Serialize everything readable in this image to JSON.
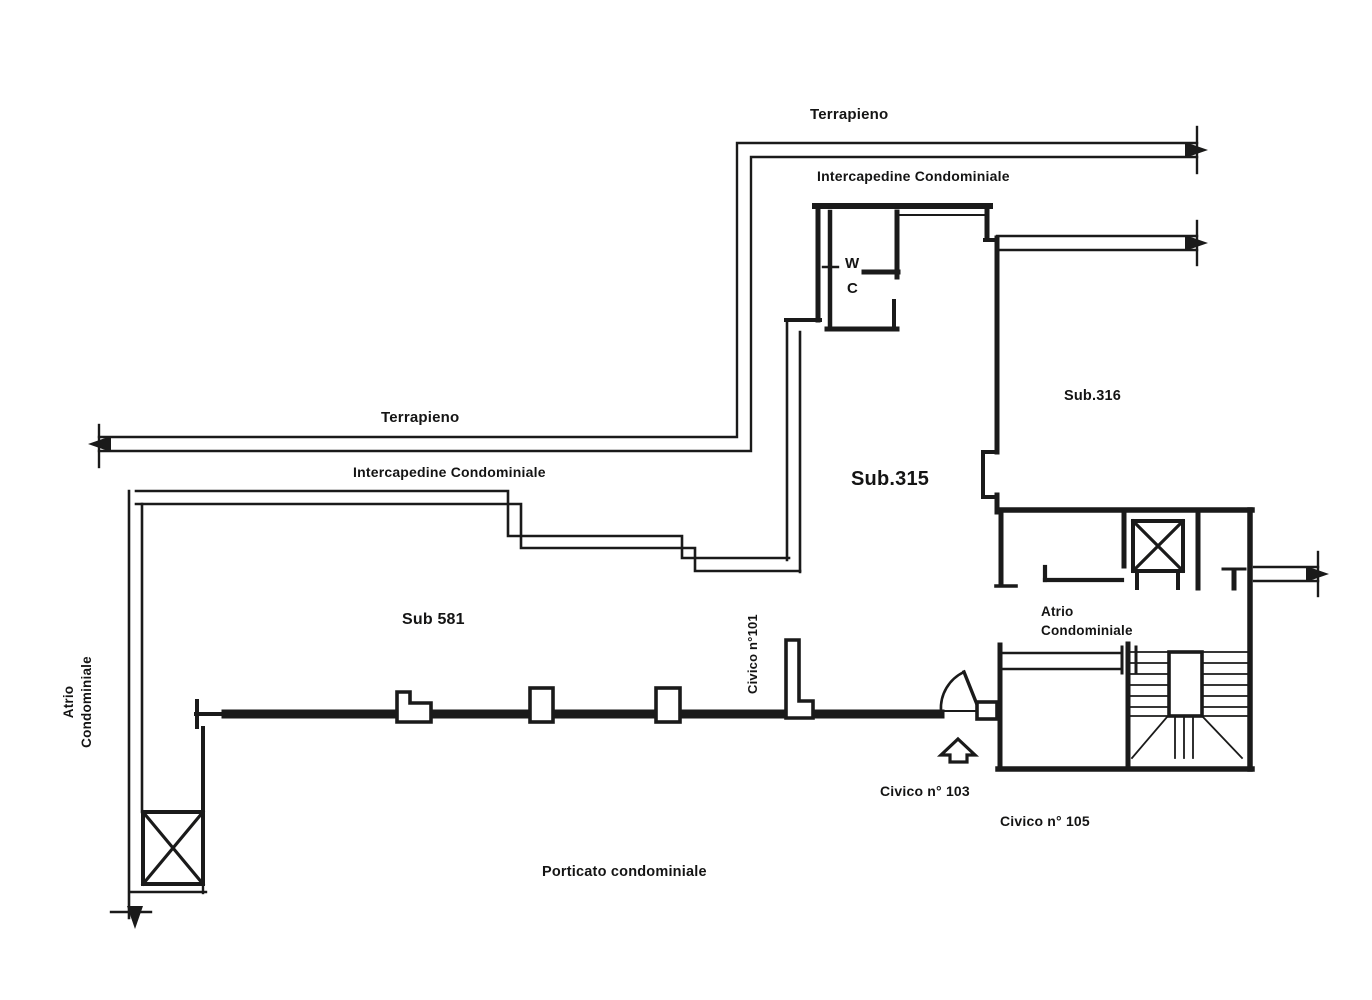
{
  "labels": {
    "terrapieno_top": "Terrapieno",
    "intercapedine_top": "Intercapedine Condominiale",
    "terrapieno_mid": "Terrapieno",
    "intercapedine_mid": "Intercapedine Condominiale",
    "sub315": "Sub.315",
    "sub316": "Sub.316",
    "sub581": "Sub 581",
    "wc_w": "W",
    "wc_c": "C",
    "civico_101": "Civico n°101",
    "atrio_right_line1": "Atrio",
    "atrio_right_line2": "Condominiale",
    "atrio_left_line1": "Atrio",
    "atrio_left_line2": "Condominiale",
    "civico_103": "Civico n° 103",
    "civico_105": "Civico n° 105",
    "porticato": "Porticato condominiale"
  },
  "icons": {
    "elevator_shaft_left": "crossed-box",
    "elevator_shaft_right": "crossed-box",
    "staircase": "double-flight-stair-with-winders",
    "door_swing_civico_103": "quarter-circle-arc",
    "entrance_arrow_civico_103": "up-arrow-marker",
    "boundary_line_ends": "tick-and-arrowhead"
  },
  "colors": {
    "ink": "#1d1d1d",
    "paper": "#fdfdfc"
  }
}
